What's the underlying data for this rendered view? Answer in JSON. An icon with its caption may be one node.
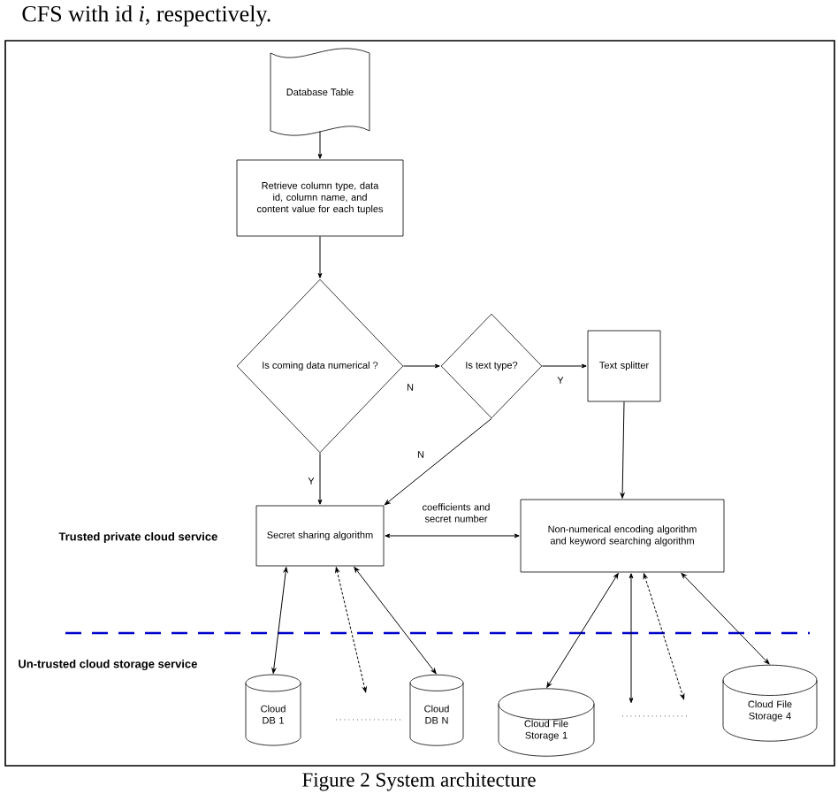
{
  "diagram": {
    "caption": "Figure 2 System architecture",
    "nodes": [
      {
        "text": [
          "Database Table"
        ]
      },
      {
        "text": [
          "Retrieve column type, data id, column name, and content value for each tuples"
        ]
      },
      {
        "text": [
          "Is coming data numerical ?"
        ]
      },
      {
        "text": [
          "Is text type?"
        ]
      },
      {
        "text": [
          "Text splitter"
        ]
      },
      {
        "text": [
          "Secret sharing algorithm"
        ]
      },
      {
        "text": [
          "Non-numerical encoding algorithm and keyword searching algorithm"
        ]
      },
      {
        "text": [
          "Cloud DB 1"
        ]
      },
      {
        "text": [
          "Cloud DB N"
        ]
      },
      {
        "text": [
          "Cloud File Storage 1"
        ]
      },
      {
        "text": [
          "Cloud File Storage 4"
        ]
      }
    ],
    "edges": [
      {
        "from": 0,
        "to": 1,
        "arrow": "to"
      },
      {
        "from": 1,
        "to": 2,
        "arrow": "to"
      },
      {
        "from": 2,
        "to": 3,
        "arrow": "to",
        "label": "N"
      },
      {
        "from": 3,
        "to": 4,
        "arrow": "to",
        "label": "Y"
      },
      {
        "from": 3,
        "to": 5,
        "arrow": "to",
        "label": "N"
      },
      {
        "from": 2,
        "to": 5,
        "arrow": "to",
        "label": "Y"
      },
      {
        "from": 4,
        "to": 6,
        "arrow": "to"
      },
      {
        "from": 5,
        "to": 6,
        "arrow": "both",
        "label": "coefficients and secret number"
      },
      {
        "from": 5,
        "to": 7,
        "arrow": "both"
      },
      {
        "from": 5,
        "to": null,
        "arrow": "both",
        "style": "dashed"
      },
      {
        "from": 5,
        "to": 8,
        "arrow": "both"
      },
      {
        "from": 6,
        "to": 9,
        "arrow": "both"
      },
      {
        "from": 6,
        "to": null,
        "arrow": "both"
      },
      {
        "from": 6,
        "to": null,
        "arrow": "both",
        "style": "dashed"
      },
      {
        "from": 6,
        "to": 10,
        "arrow": "both"
      }
    ],
    "labels": [
      "CFS with id *i*, respectively.",
      "Trusted private cloud service",
      "Un-trusted cloud storage service"
    ]
  }
}
